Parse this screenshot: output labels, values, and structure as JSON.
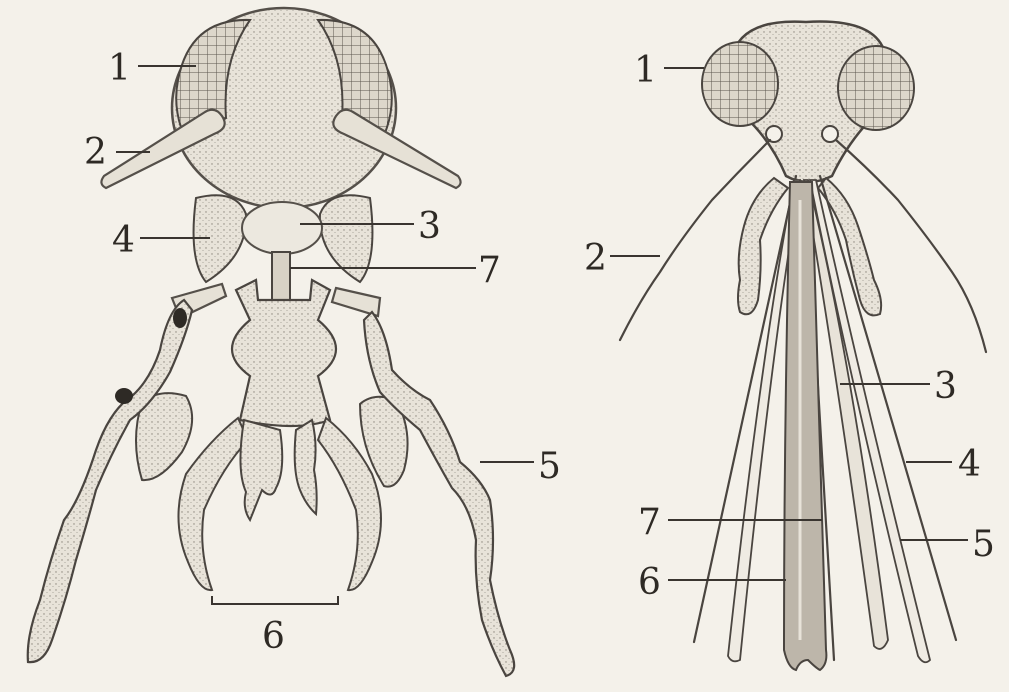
{
  "left_figure": {
    "labels": [
      "1",
      "2",
      "3",
      "4",
      "5",
      "6",
      "7"
    ]
  },
  "right_figure": {
    "labels": [
      "1",
      "2",
      "3",
      "4",
      "5",
      "6",
      "7"
    ]
  }
}
